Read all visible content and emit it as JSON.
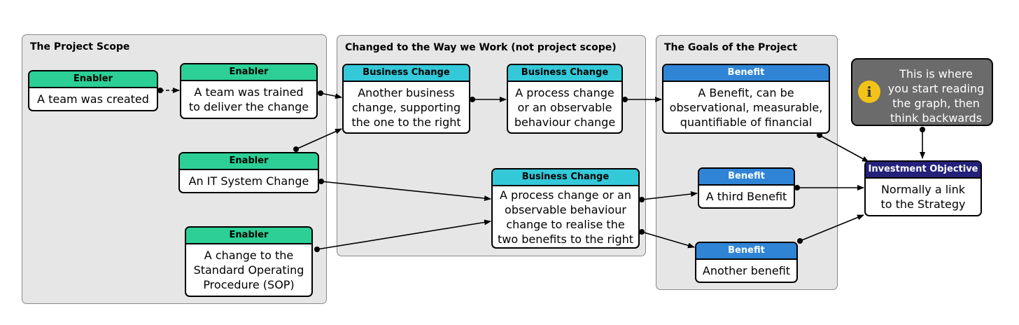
{
  "lanes": {
    "project_scope": "The Project Scope",
    "way_we_work": "Changed to the Way we Work (not project scope)",
    "goals": "The Goals of the Project"
  },
  "nodes": {
    "enabler_team_created": {
      "header": "Enabler",
      "text": "A team was created"
    },
    "enabler_team_trained": {
      "header": "Enabler",
      "text": "A team was trained\nto deliver the change"
    },
    "enabler_it_system": {
      "header": "Enabler",
      "text": "An IT System Change"
    },
    "enabler_sop": {
      "header": "Enabler",
      "text": "A change to the\nStandard Operating\nProcedure (SOP)"
    },
    "bc_another": {
      "header": "Business Change",
      "text": "Another business\nchange, supporting\nthe one to the right"
    },
    "bc_process_top": {
      "header": "Business Change",
      "text": "A process change\nor an observable\nbehaviour change"
    },
    "bc_process_two": {
      "header": "Business Change",
      "text": "A process change or an\nobservable behaviour\nchange to realise the\ntwo benefits to the right"
    },
    "benefit_main": {
      "header": "Benefit",
      "text": "A Benefit, can be\nobservational, measurable,\nquantifiable of financial"
    },
    "benefit_third": {
      "header": "Benefit",
      "text": "A third Benefit"
    },
    "benefit_another": {
      "header": "Benefit",
      "text": "Another benefit"
    },
    "objective": {
      "header": "Investment Objective",
      "text": "Normally a link\nto the Strategy"
    }
  },
  "note": {
    "text": "This is where\nyou start reading\nthe graph, then\nthink backwards",
    "icon": "info-icon"
  },
  "colors": {
    "enabler": "#2ccf96",
    "business_change": "#33c9d9",
    "benefit": "#2f84d6",
    "investment_objective": "#23217a",
    "note": "#6b6b6b"
  }
}
